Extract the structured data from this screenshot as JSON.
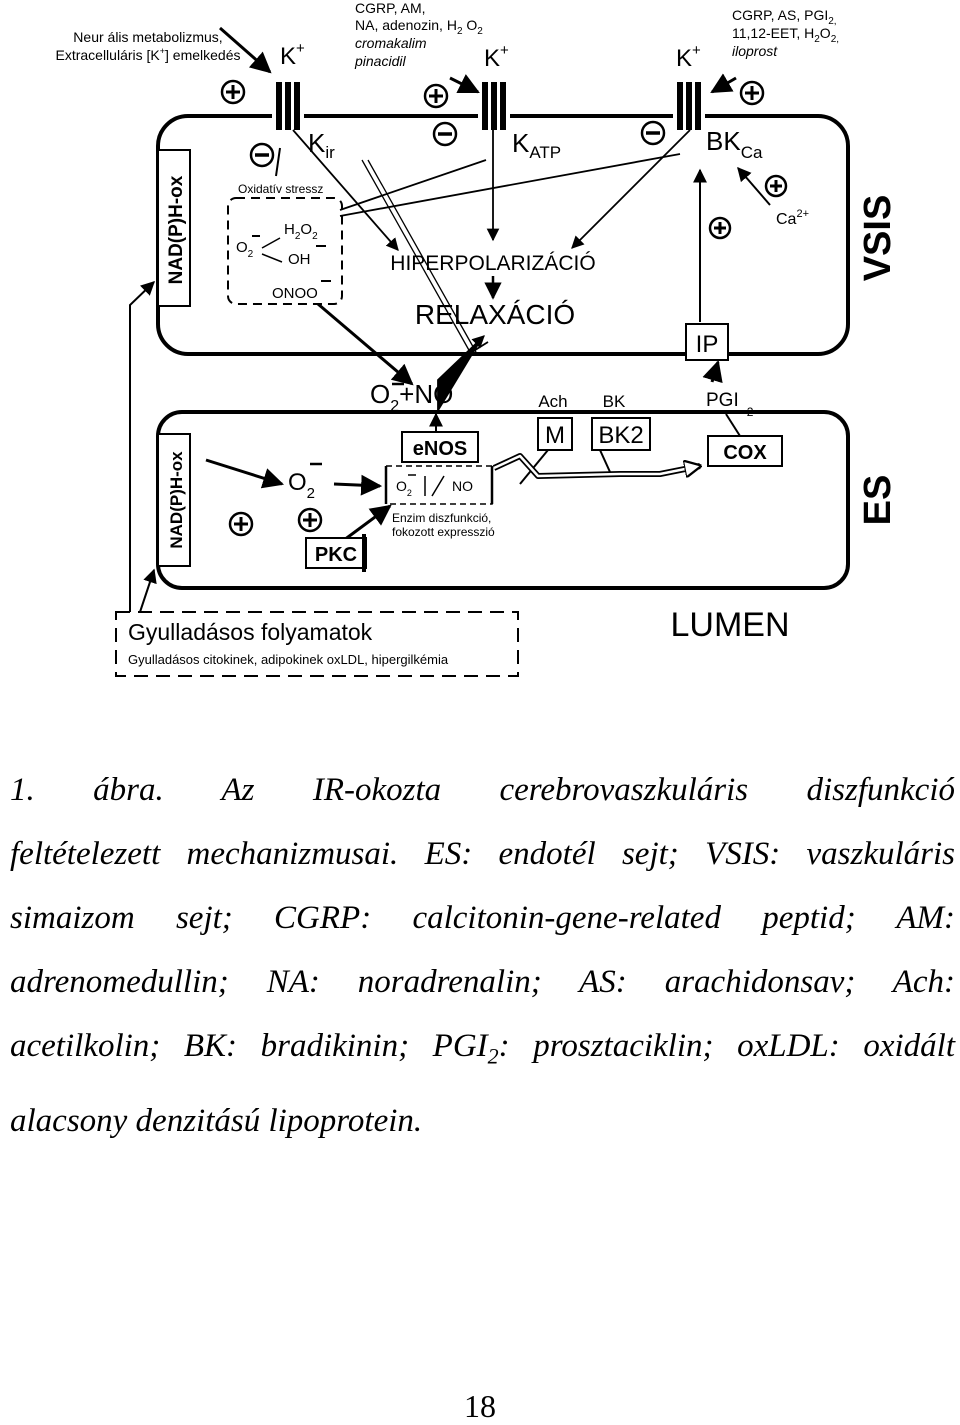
{
  "labels": {
    "top_left_line1": "Neur ális metabolizmus,",
    "top_left_line2": "Extracelluláris [K",
    "top_left_line2_sup": "+",
    "top_left_line2_end": "] emelkedés",
    "top_mid_line1": "CGRP, AM,",
    "top_mid_line2": "NA, adenozin, H",
    "top_mid_line3": "cromakalim",
    "top_mid_line4": "pinacidil",
    "top_right_line1": "CGRP, AS, PGI",
    "top_right_line2": "11,12-EET, H",
    "top_right_line3": "iloprost",
    "k": "K",
    "plus_sup": "+",
    "sub2": "2",
    "sub2_comma": "2,",
    "kir_sub": "ir",
    "katp_sub": "ATP",
    "bk": "BK",
    "bk_sub": "Ca",
    "ca": "Ca",
    "ca_sup": "2+",
    "oxidativ_stressz": "Oxidatív stressz",
    "o": "O",
    "h": "H",
    "oh": "OH",
    "onoo": "ONOO",
    "hiperpolarizacio": "HIPERPOLARIZÁCIÓ",
    "relaxacio": "RELAXÁCIÓ",
    "vsis": "VSIS",
    "es": "ES",
    "nadph_top": "NAD(P)H-ox",
    "nadph_bottom": "NAD(P)H-ox",
    "ip": "IP",
    "no_plus": "+NO",
    "enos": "eNOS",
    "no": "NO",
    "enzim_line1": "Enzim diszfunkció,",
    "enzim_line2": "fokozott expresszió",
    "pkc": "PKC",
    "ach": "Ach",
    "bk_ligand": "BK",
    "m": "M",
    "bk2": "BK2",
    "pgi": "PGI",
    "cox": "COX",
    "lumen": "LUMEN",
    "gyull_title": "Gyulladásos folyamatok",
    "gyull_sub": "Gyulladásos citokinek, adipokinek oxLDL, hipergilkémia"
  },
  "caption": {
    "line1": "1. ábra. Az IR-okozta cerebrovaszkuláris diszfunkció",
    "line2": "feltételezett mechanizmusai. ES: endotél sejt; VSIS: vaszkuláris",
    "line3": "simaizom sejt; CGRP: calcitonin-gene-related peptid; AM:",
    "line4": "adrenomedullin; NA: noradrenalin; AS: arachidonsav; Ach:",
    "line5a": "acetilkolin; BK: bradikinin; PGI",
    "line5sub": "2",
    "line5b": ": prosztaciklin; oxLDL: oxidált",
    "line6": "alacsony denzitású lipoprotein."
  },
  "page_number": "18"
}
